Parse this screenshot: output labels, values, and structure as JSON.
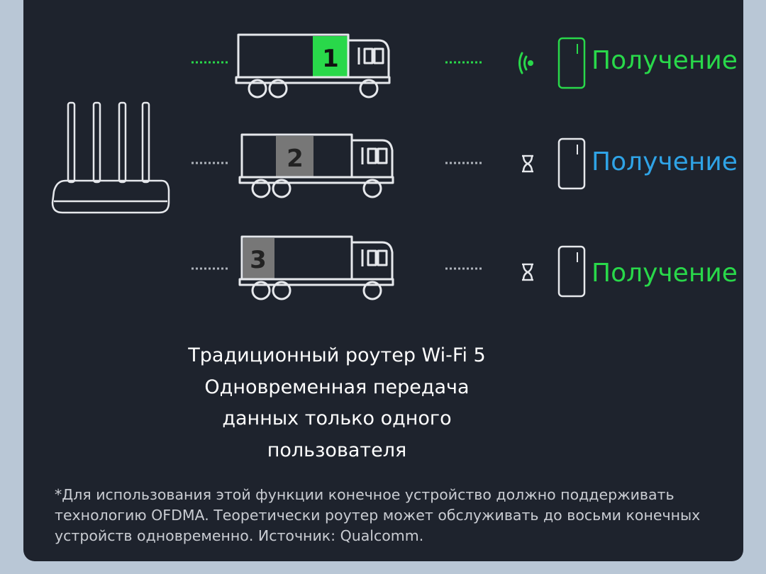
{
  "colors": {
    "background": "#b9c7d6",
    "panel": "#1e232d",
    "outline": "#e6e8ec",
    "active_green": "#29d84a",
    "label_blue": "#2fa3e6",
    "box_gray": "#777777"
  },
  "rows": [
    {
      "packet_number": "1",
      "status_label": "Получение",
      "label_color": "#29d84a",
      "status_icon": "wifi-signal-icon",
      "phone_active": true
    },
    {
      "packet_number": "2",
      "status_label": "Получение",
      "label_color": "#2fa3e6",
      "status_icon": "hourglass-icon",
      "phone_active": false
    },
    {
      "packet_number": "3",
      "status_label": "Получение",
      "label_color": "#29d84a",
      "status_icon": "hourglass-icon",
      "phone_active": false
    }
  ],
  "caption": {
    "line1": "Традиционный роутер Wi-Fi 5",
    "line2": "Одновременная передача",
    "line3": "данных только одного",
    "line4": "пользователя"
  },
  "footnote": {
    "line1": "*Для использования этой функции конечное устройство должно поддерживать",
    "line2": "технологию OFDMA. Теоретически роутер может обслуживать до восьми конечных",
    "line3": "устройств одновременно. Источник: Qualcomm."
  }
}
